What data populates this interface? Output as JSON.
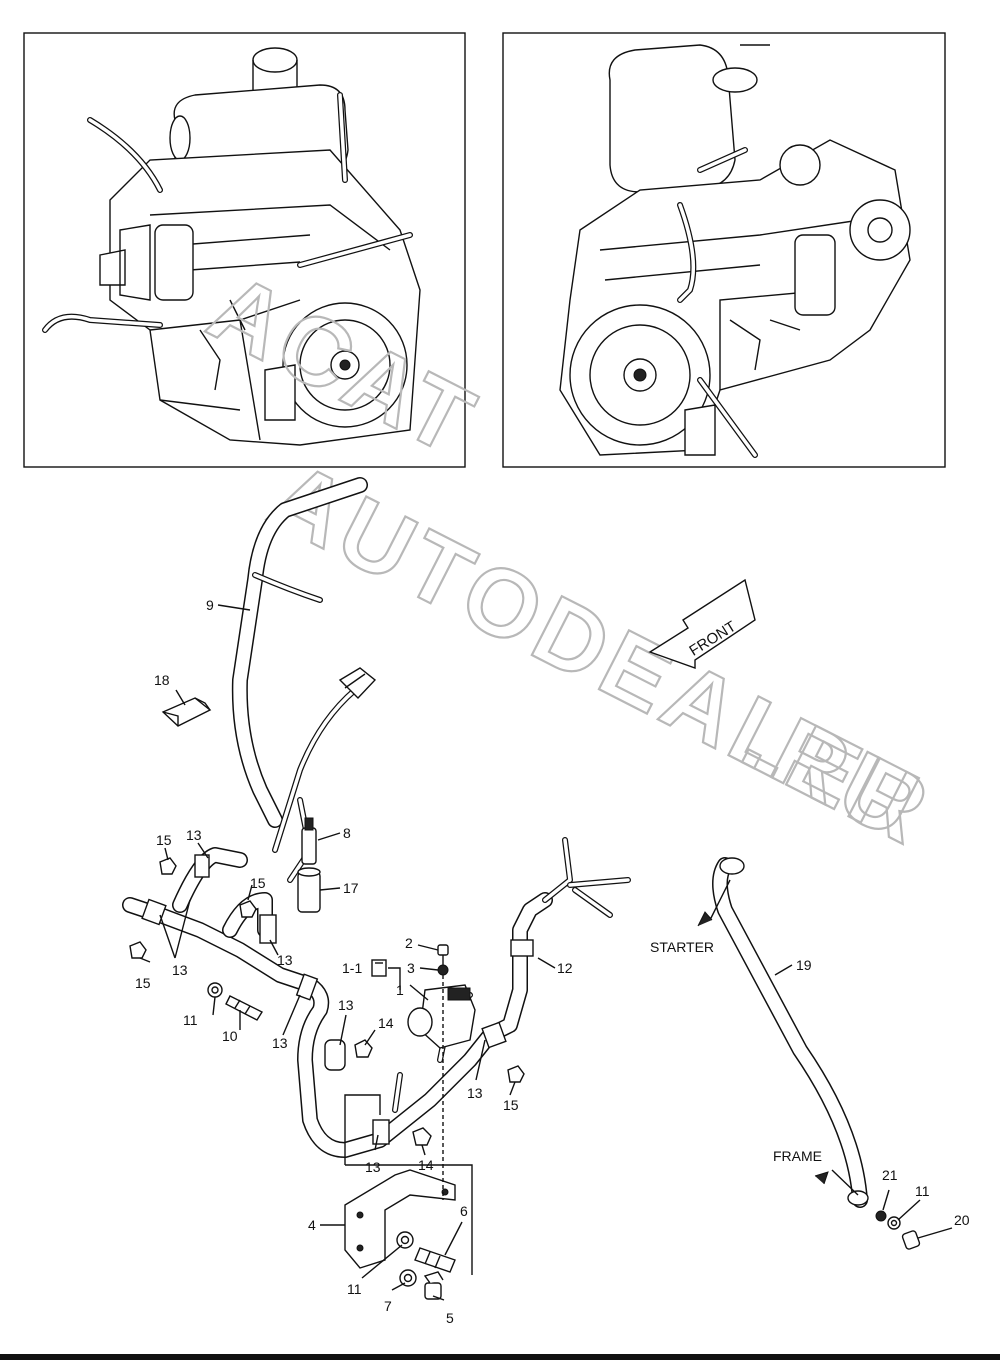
{
  "labels": {
    "p1": "1",
    "p1_1": "1-1",
    "p2": "2",
    "p3": "3",
    "p4": "4",
    "p5": "5",
    "p6": "6",
    "p7": "7",
    "p8": "8",
    "p9": "9",
    "p10": "10",
    "p11a": "11",
    "p11b": "11",
    "p11c": "11",
    "p12": "12",
    "p13a": "13",
    "p13b": "13",
    "p13c": "13",
    "p13d": "13",
    "p13e": "13",
    "p13f": "13",
    "p13g": "13",
    "p14a": "14",
    "p14b": "14",
    "p15a": "15",
    "p15b": "15",
    "p15c": "15",
    "p15d": "15",
    "p17": "17",
    "p18": "18",
    "p19": "19",
    "p20": "20",
    "p21": "21"
  },
  "callouts": {
    "front": "FRONT",
    "starter": "STARTER",
    "frame": "FRAME"
  },
  "watermark": {
    "line1": "ACAT",
    "line2": "AUTODEALER",
    "line3": ".RU"
  },
  "colors": {
    "ink": "#111111",
    "watermark": "#b8b8b8",
    "background": "#ffffff"
  }
}
